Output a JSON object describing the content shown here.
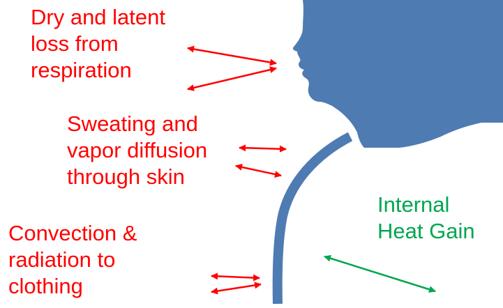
{
  "colors": {
    "body_silhouette": "#4f7bb3",
    "heat_loss": "#ff0000",
    "heat_gain": "#00a651"
  },
  "labels": {
    "respiration": [
      "Dry and latent",
      "loss from",
      "respiration"
    ],
    "sweating": [
      "Sweating and",
      "vapor diffusion",
      "through skin"
    ],
    "convection": [
      "Convection &",
      "radiation to",
      "clothing"
    ],
    "internal_gain": [
      "Internal",
      "Heat Gain"
    ]
  }
}
